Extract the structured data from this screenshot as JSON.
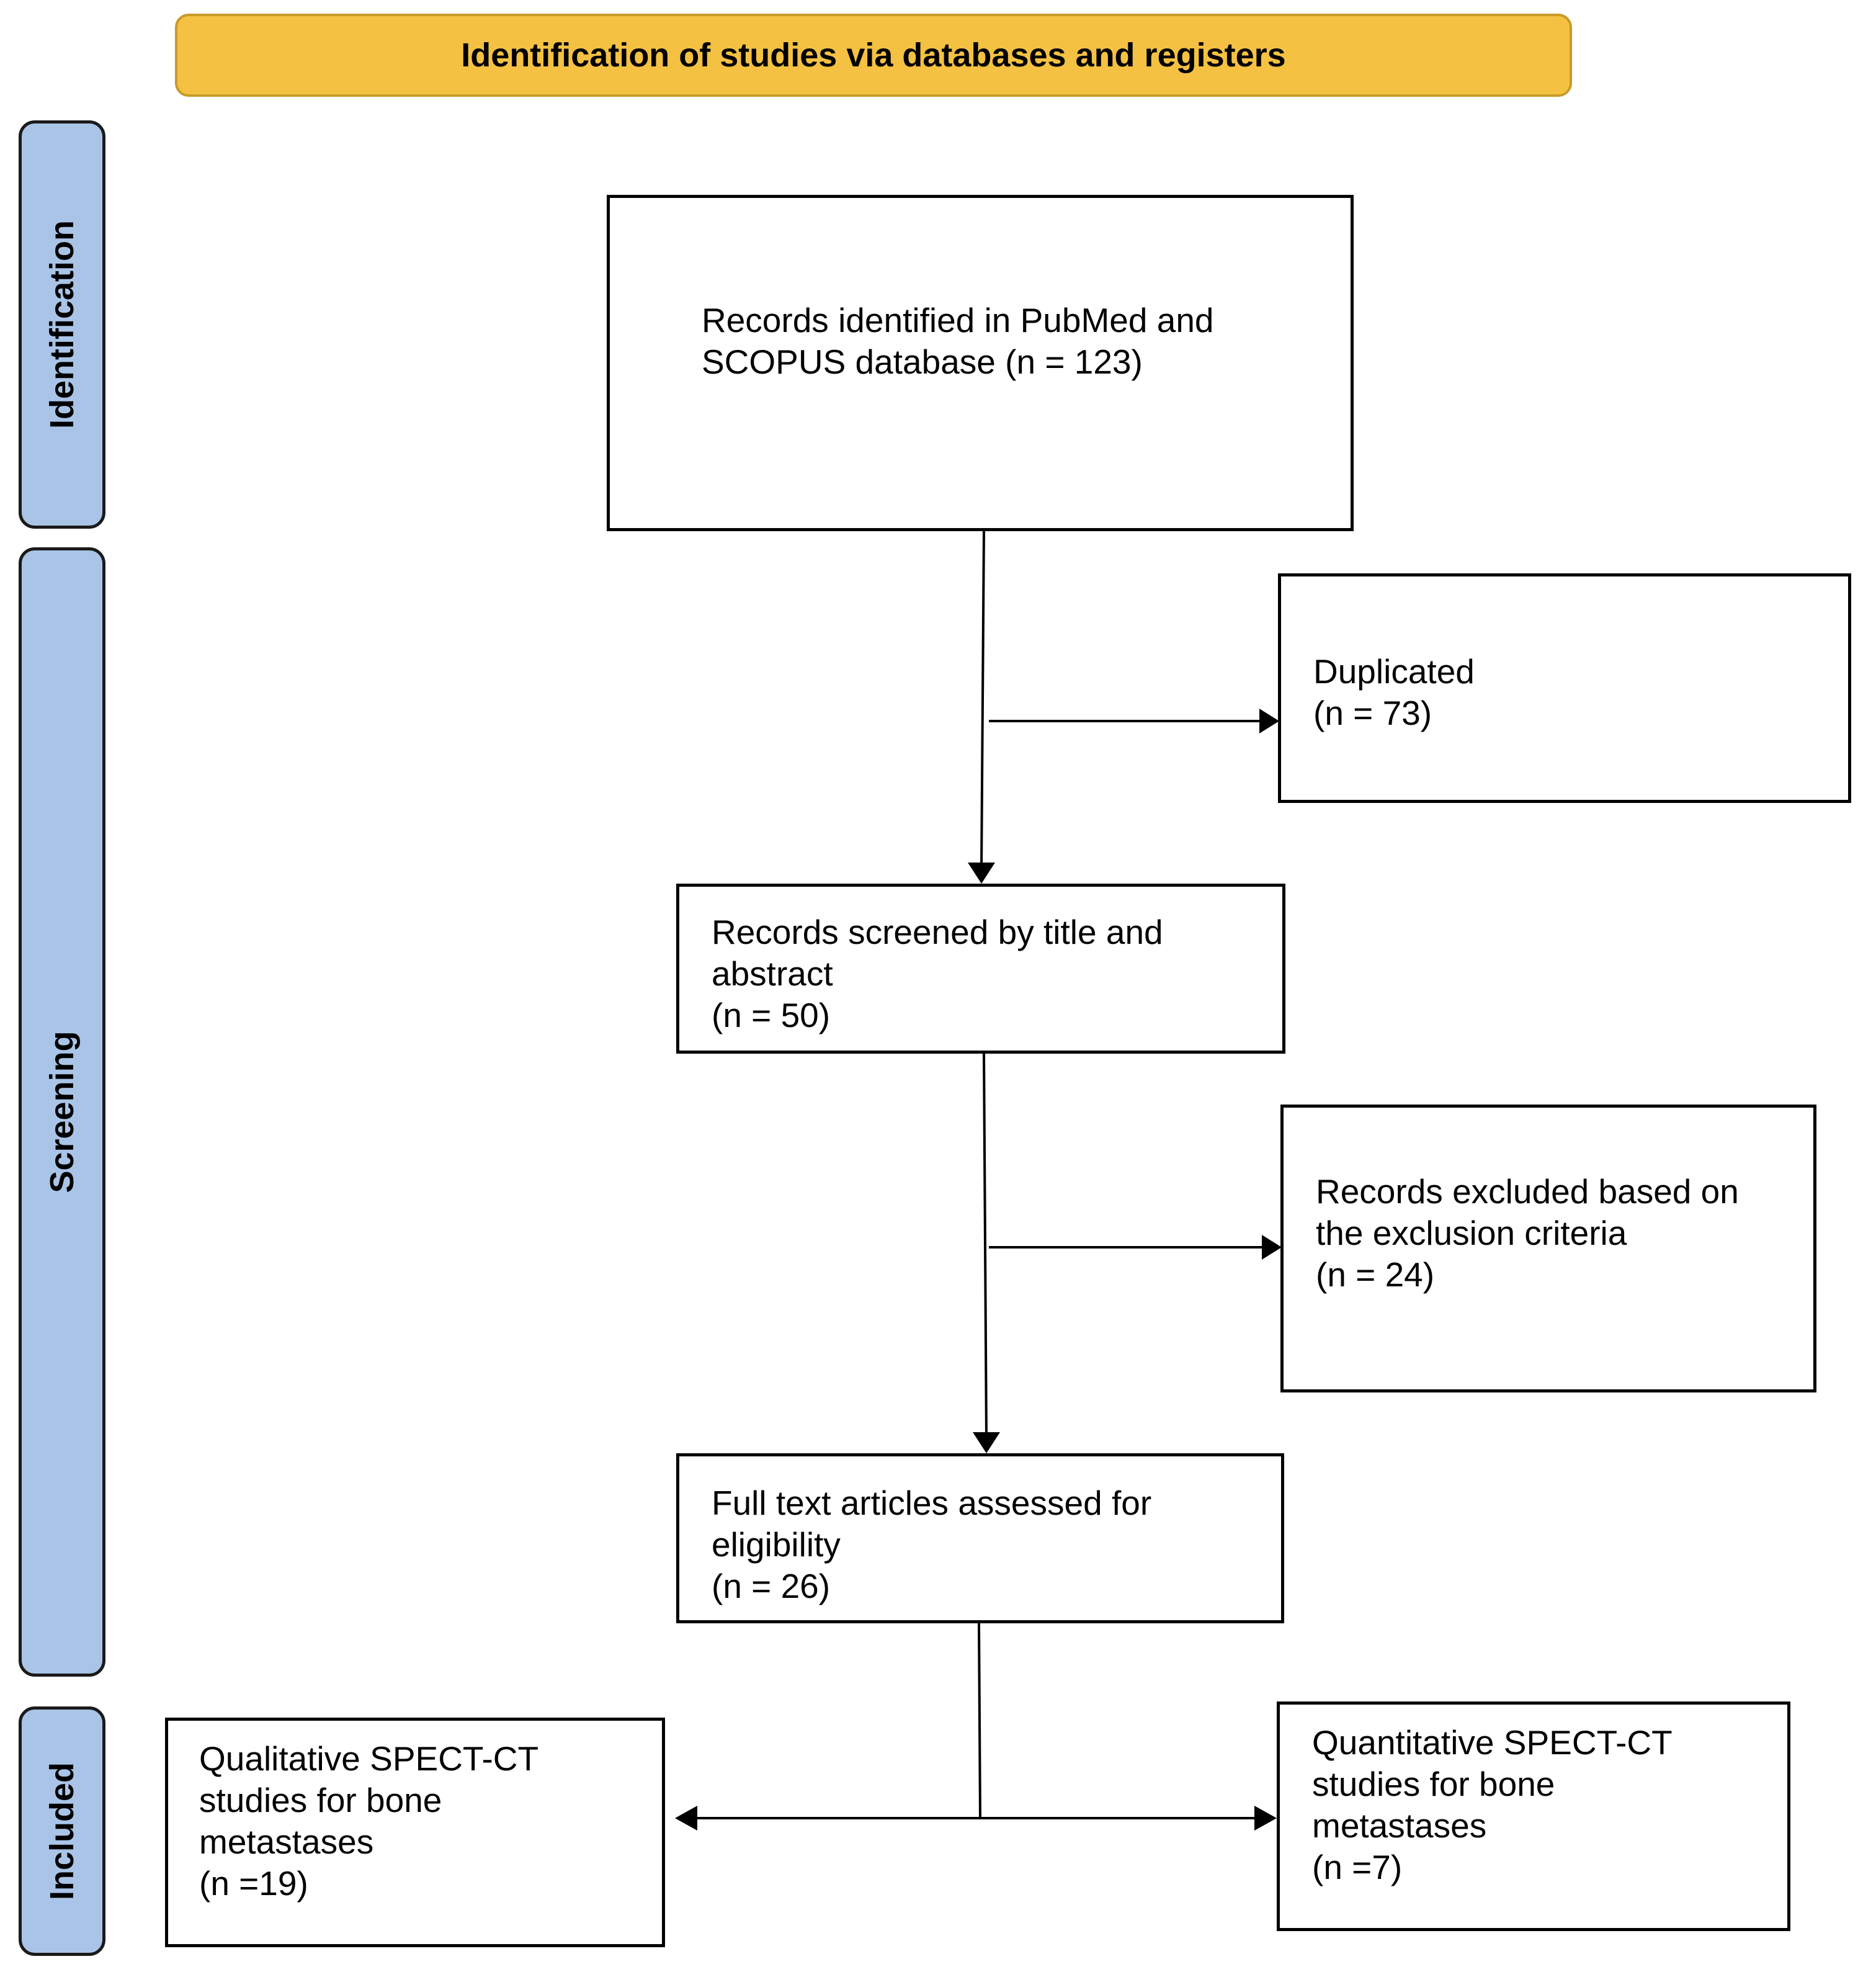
{
  "header": {
    "title": "Identification of studies via databases and registers"
  },
  "phases": {
    "identification": "Identification",
    "screening": "Screening",
    "included": "Included"
  },
  "boxes": {
    "identified": "Records identified in PubMed and\nSCOPUS database (n = 123)",
    "duplicated": "Duplicated\n(n = 73)",
    "screened": "Records screened by title and\nabstract\n(n = 50)",
    "excluded": "Records excluded based on\nthe exclusion criteria\n(n = 24)",
    "fulltext": "Full text articles assessed for\neligibility\n(n = 26)",
    "qualitative": "Qualitative SPECT-CT\nstudies for bone\nmetastases\n(n =19)",
    "quantitative": "Quantitative SPECT-CT\nstudies for bone\nmetastases\n(n =7)"
  },
  "colors": {
    "header_fill": "#f4c142",
    "phase_fill": "#a9c4e6",
    "line": "#000000"
  }
}
